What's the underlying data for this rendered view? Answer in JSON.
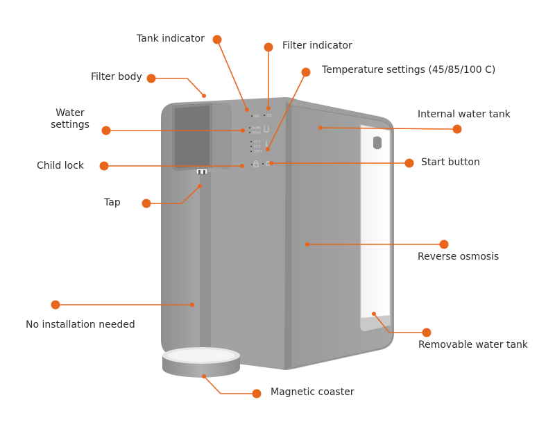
{
  "diagram": {
    "subject": "Countertop reverse osmosis water dispenser",
    "accent_color": "#e8651c",
    "body_color": "#9a9a9a",
    "callouts": [
      {
        "id": "tank-indicator",
        "label": "Tank indicator"
      },
      {
        "id": "filter-indicator",
        "label": "Filter indicator"
      },
      {
        "id": "temperature-settings",
        "label": "Temperature settings (45/85/100 C)"
      },
      {
        "id": "filter-body",
        "label": "Filter body"
      },
      {
        "id": "internal-water-tank",
        "label": "Internal water tank"
      },
      {
        "id": "water-settings",
        "label": "Water\nsettings"
      },
      {
        "id": "child-lock",
        "label": "Child lock"
      },
      {
        "id": "start-button",
        "label": "Start button"
      },
      {
        "id": "tap",
        "label": "Tap"
      },
      {
        "id": "reverse-osmosis",
        "label": "Reverse osmosis"
      },
      {
        "id": "no-installation",
        "label": "No installation needed"
      },
      {
        "id": "removable-water-tank",
        "label": "Removable water tank"
      },
      {
        "id": "magnetic-coaster",
        "label": "Magnetic coaster"
      }
    ],
    "control_panel": {
      "tank_led": "制水",
      "filter_led": "滤芯",
      "volume_options": [
        "ZuoML",
        "300ml"
      ],
      "temperature_options": [
        "45°C",
        "85°C",
        "100°C"
      ],
      "lock_icon": "padlock-icon",
      "start_icon": "droplet-hand-icon",
      "volume_icon": "cup-icon",
      "temp_icon": "thermometer-icon"
    }
  }
}
